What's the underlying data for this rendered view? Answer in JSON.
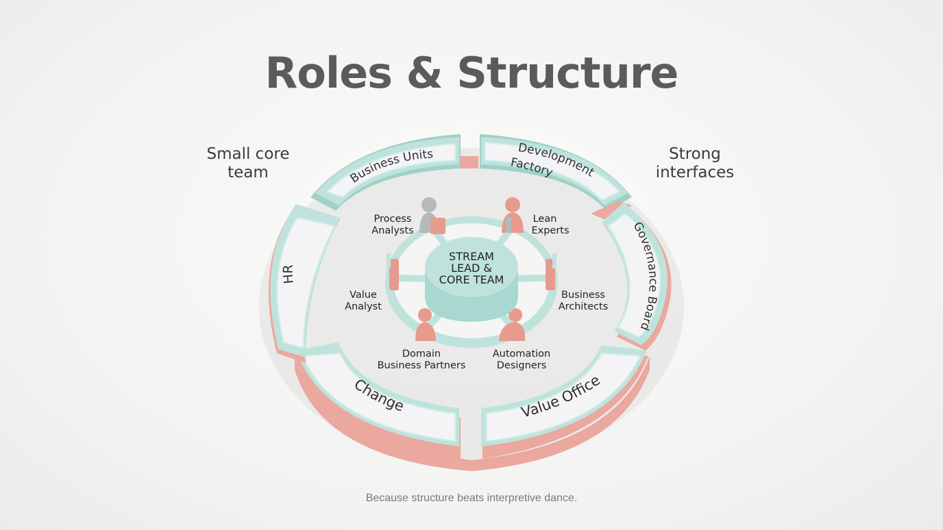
{
  "title": "Roles & Structure",
  "notes": {
    "left": [
      "Small core",
      "team"
    ],
    "right": [
      "Strong",
      "interfaces"
    ]
  },
  "core": [
    "STREAM",
    "LEAD &",
    "CORE TEAM"
  ],
  "outer_segments": [
    {
      "id": "business-units",
      "lines": [
        "Business Units"
      ]
    },
    {
      "id": "development-factory",
      "lines": [
        "Development",
        "Factory"
      ]
    },
    {
      "id": "governance-board",
      "lines": [
        "Governance Board"
      ]
    },
    {
      "id": "value-office",
      "lines": [
        "Value Office"
      ]
    },
    {
      "id": "change",
      "lines": [
        "Change"
      ]
    },
    {
      "id": "hr",
      "lines": [
        "HR"
      ]
    }
  ],
  "roles": [
    {
      "id": "process-analysts",
      "lines": [
        "Process",
        "Analysts"
      ]
    },
    {
      "id": "lean-experts",
      "lines": [
        "Lean",
        "Experts"
      ]
    },
    {
      "id": "business-architects",
      "lines": [
        "Business",
        "Architects"
      ]
    },
    {
      "id": "automation-designers",
      "lines": [
        "Automation",
        "Designers"
      ]
    },
    {
      "id": "domain-business-partners",
      "lines": [
        "Domain",
        "Business Partners"
      ]
    },
    {
      "id": "value-analyst",
      "lines": [
        "Value",
        "Analyst"
      ]
    }
  ],
  "footer": "Because structure beats interpretive dance.",
  "colors": {
    "mint": "#bfe3dc",
    "mint_dark": "#9fd1c7",
    "coral": "#eba89e",
    "face": "#f4f4f6",
    "person_gray": "#b5b9bc",
    "person_coral": "#e79a8e"
  }
}
